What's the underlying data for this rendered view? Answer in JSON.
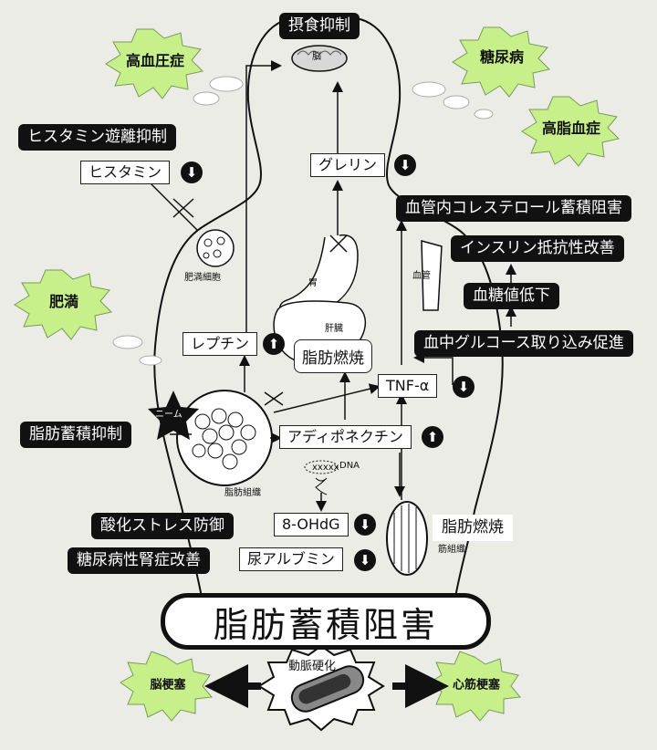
{
  "diagram": {
    "main_title": "脂肪蓄積阻害",
    "diseases": {
      "hypertension": "高血圧症",
      "diabetes": "糖尿病",
      "hyperlipidemia": "高脂血症",
      "obesity": "肥満",
      "stroke": "脳梗塞",
      "myocardial": "心筋梗塞"
    },
    "center": {
      "arteriosclerosis": "動脈硬化"
    },
    "effects": {
      "appetite": "摂食抑制",
      "histamine_release": "ヒスタミン遊離抑制",
      "cholesterol": "血管内コレステロール蓄積阻害",
      "insulin": "インスリン抵抗性改善",
      "blood_sugar": "血糖値低下",
      "glucose": "血中グルコース取り込み促進",
      "fat_accum": "脂肪蓄積抑制",
      "oxidative": "酸化ストレス防御",
      "nephropathy": "糖尿病性腎症改善",
      "fat_burn_liver": "脂肪燃焼",
      "fat_burn_muscle": "脂肪燃焼"
    },
    "markers": {
      "histamine": "ヒスタミン",
      "ghrelin": "グレリン",
      "leptin": "レプチン",
      "tnf": "TNF-α",
      "adiponectin": "アディポネクチン",
      "ohdg": "8-OHdG",
      "albumin": "尿アルブミン"
    },
    "organs": {
      "brain": "脳",
      "mast_cell": "肥満細胞",
      "stomach": "胃",
      "liver": "肝臓",
      "vessel": "血管",
      "adipose": "脂肪組織",
      "muscle": "筋組織",
      "dna": "DNA",
      "dna_mark": "xxxxx",
      "neem": "ニーム"
    },
    "arrows": {
      "down": "⬇",
      "up": "⬆"
    }
  }
}
